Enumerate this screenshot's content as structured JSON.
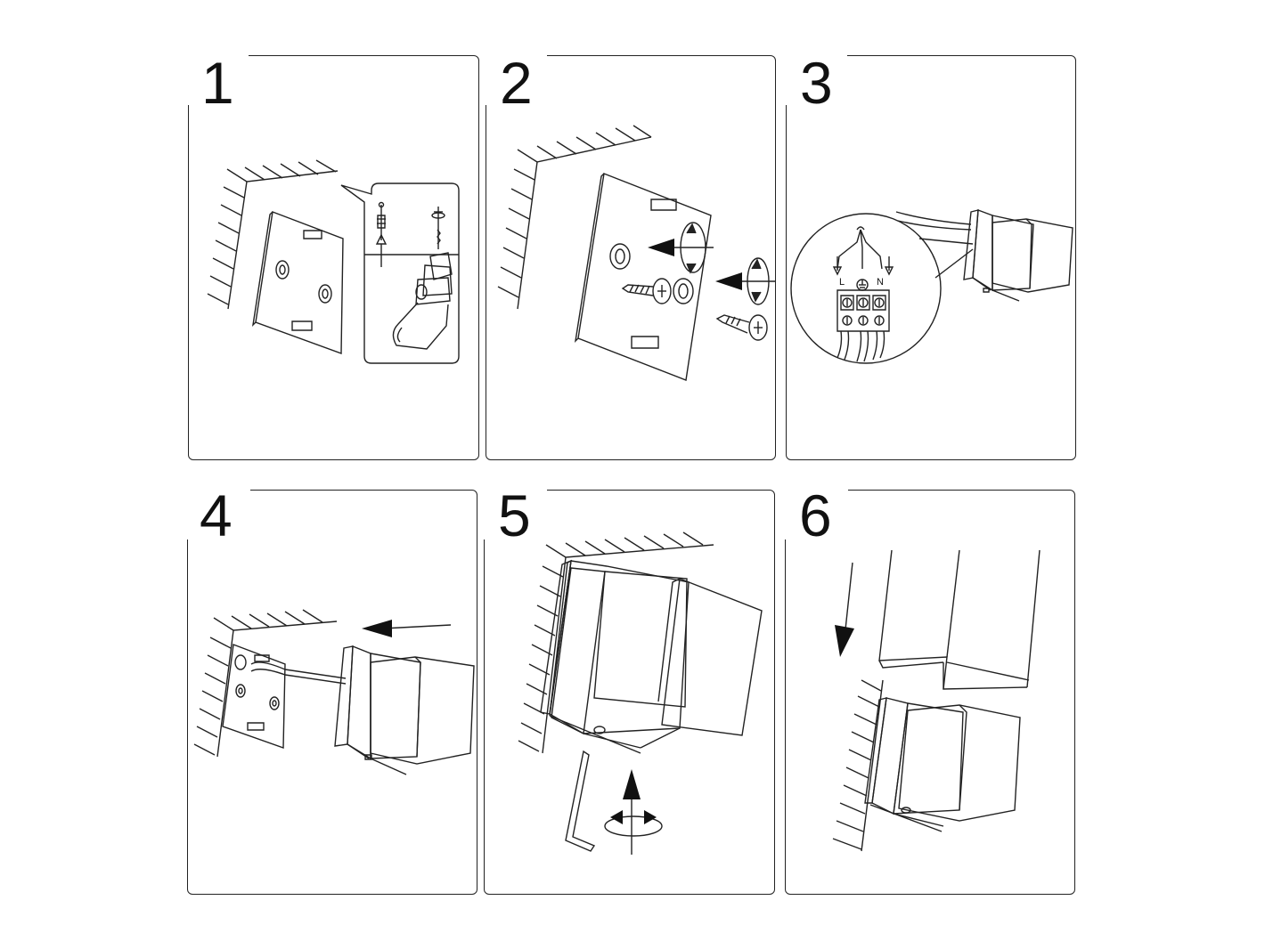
{
  "steps": [
    {
      "number": "1"
    },
    {
      "number": "2"
    },
    {
      "number": "3"
    },
    {
      "number": "4"
    },
    {
      "number": "5"
    },
    {
      "number": "6"
    }
  ],
  "terminal_labels": {
    "live": "L",
    "neutral": "N"
  },
  "icons": {
    "wall": "hatched-wall-icon",
    "drill": "drill-icon",
    "screw": "screw-icon",
    "anchor": "wall-plug-icon",
    "arrow": "arrow-icon",
    "rotate": "rotate-arrow-icon",
    "ground": "ground-symbol-icon",
    "hex_key": "allen-key-icon",
    "lamp": "lamp-housing-icon"
  },
  "colors": {
    "line": "#222222",
    "background": "#ffffff"
  }
}
